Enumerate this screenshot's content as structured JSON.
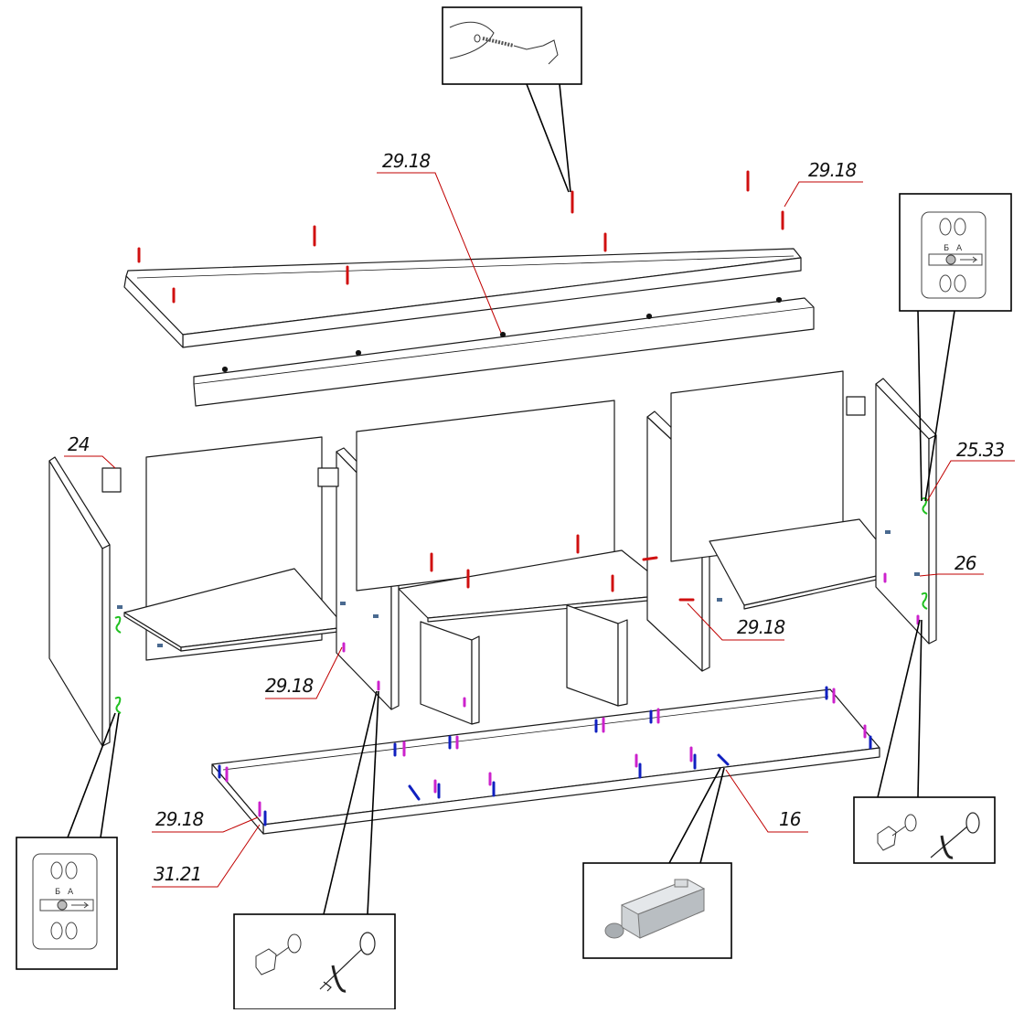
{
  "diagram": {
    "labels": {
      "top_center": "29.18",
      "top_right": "29.18",
      "left_24": "24",
      "right_2533": "25.33",
      "right_26": "26",
      "mid_right_2918": "29.18",
      "mid_left_2918": "29.18",
      "bottom_left_2918": "29.18",
      "bottom_left_3121": "31.21",
      "bottom_16": "16"
    },
    "callouts": {
      "hinge_plate_letters": [
        "Б",
        "А"
      ]
    },
    "colors": {
      "line": "#1a1a1a",
      "leader": "#c00000",
      "dowel_red": "#d01010",
      "dowel_magenta": "#cc22cc",
      "dowel_blue": "#1020c0",
      "hinge_green": "#20c020",
      "panel_fill": "#ffffff"
    }
  }
}
